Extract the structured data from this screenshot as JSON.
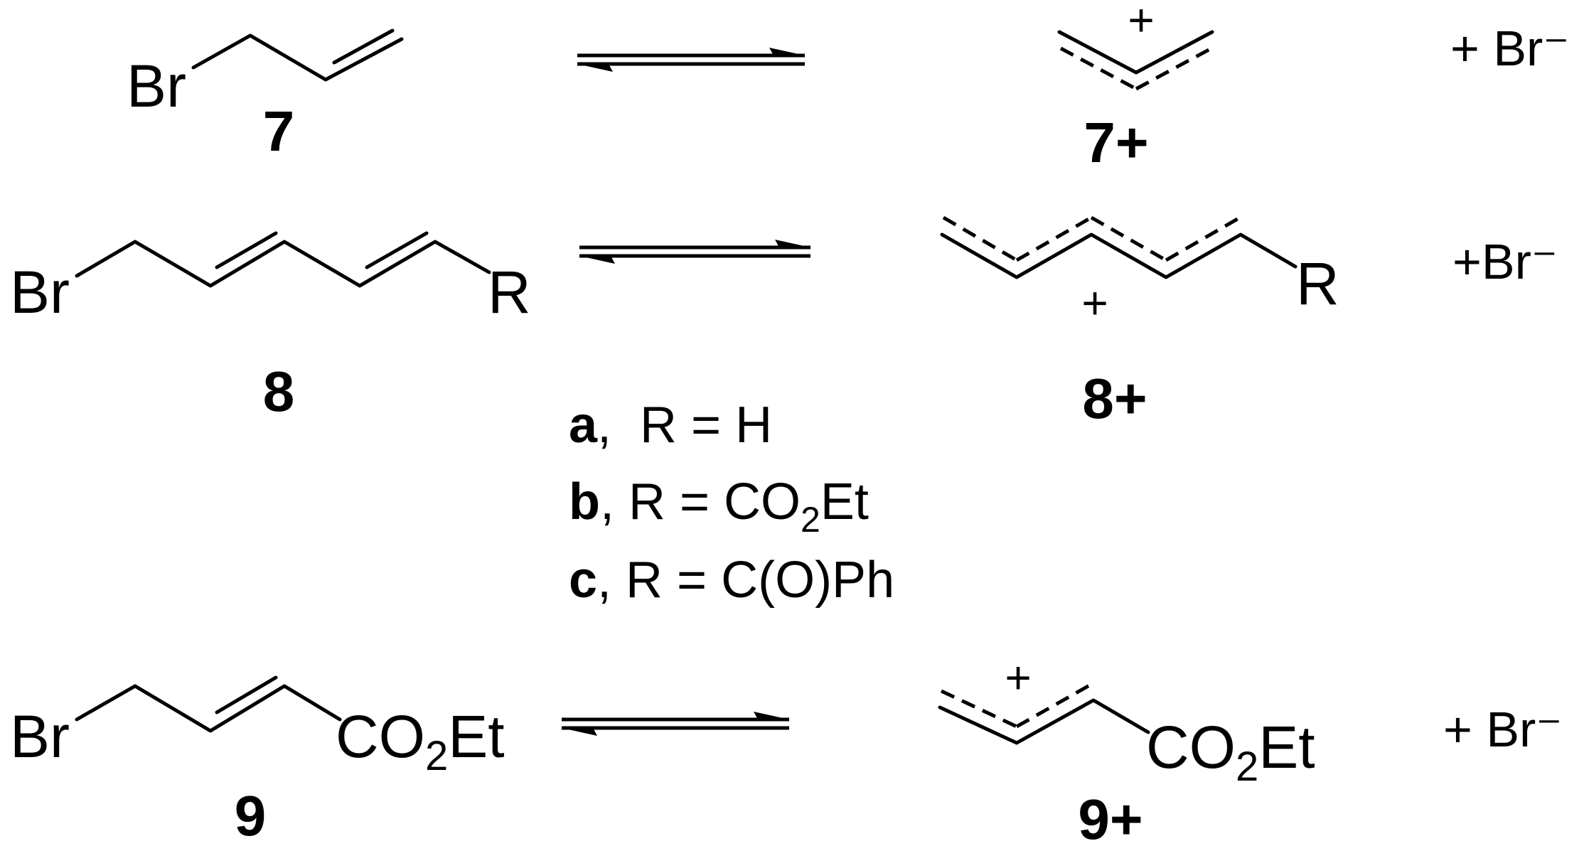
{
  "compounds": {
    "c7": {
      "label": "7",
      "cation": "7+",
      "leaving_group": "+ Br⁻"
    },
    "c8": {
      "label": "8",
      "cation": "8+",
      "leaving_group": "+Br⁻"
    },
    "c9": {
      "label": "9",
      "cation": "9+",
      "leaving_group": "+ Br⁻"
    }
  },
  "atoms": {
    "br": "Br",
    "r": "R",
    "co2et_co": "CO",
    "co2et_sub": "2",
    "co2et_et": "Et",
    "plus": "+"
  },
  "legend": [
    {
      "letter": "a",
      "text": ",  R = H"
    },
    {
      "letter": "b",
      "text": ", R = CO",
      "sub": "2",
      "tail": "Et"
    },
    {
      "letter": "c",
      "text": ", R = C(O)Ph"
    }
  ]
}
